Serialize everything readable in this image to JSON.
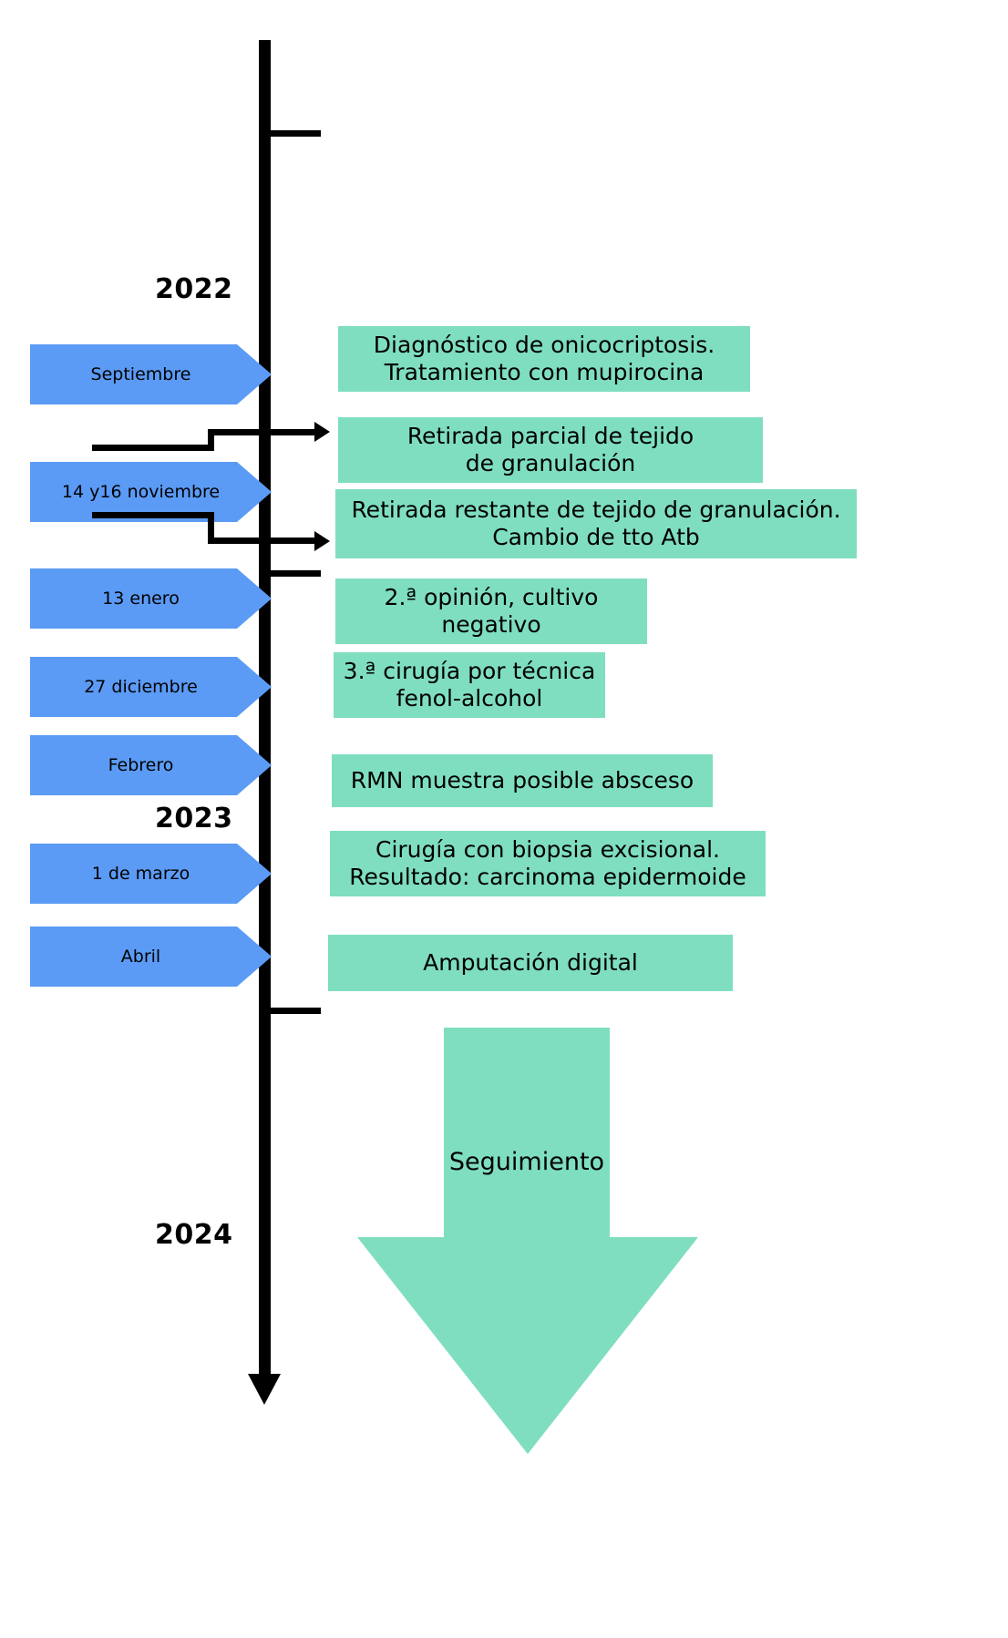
{
  "diagram": {
    "title": "Cronologia clinica onicocriptosis",
    "axis_color": "#000000",
    "chevron_color": "#5B9BF5",
    "event_color": "#7FDEC0"
  },
  "years": [
    {
      "label": "2022"
    },
    {
      "label": "2023"
    },
    {
      "label": "2024"
    }
  ],
  "dates": [
    {
      "label": "Septiembre"
    },
    {
      "label": "14 y16 noviembre"
    },
    {
      "label": "13 enero"
    },
    {
      "label": "27 diciembre"
    },
    {
      "label": "Febrero"
    },
    {
      "label": "1 de marzo"
    },
    {
      "label": "Abril"
    }
  ],
  "events": [
    {
      "line1": "Diagnóstico de onicocriptosis.",
      "line2": "Tratamiento con mupirocina"
    },
    {
      "line1": "Retirada parcial de tejido",
      "line2": "de granulación"
    },
    {
      "line1": "Retirada restante de tejido de granulación.",
      "line2": "Cambio de tto Atb"
    },
    {
      "line1": "2.ª opinión, cultivo",
      "line2": "negativo"
    },
    {
      "line1": "3.ª cirugía por técnica",
      "line2": "fenol-alcohol"
    },
    {
      "line1": "RMN muestra posible absceso",
      "line2": ""
    },
    {
      "line1": "Cirugía con biopsia excisional.",
      "line2": "Resultado: carcinoma epidermoide"
    },
    {
      "line1": "Amputación digital",
      "line2": ""
    }
  ],
  "followup": {
    "label": "Seguimiento"
  }
}
